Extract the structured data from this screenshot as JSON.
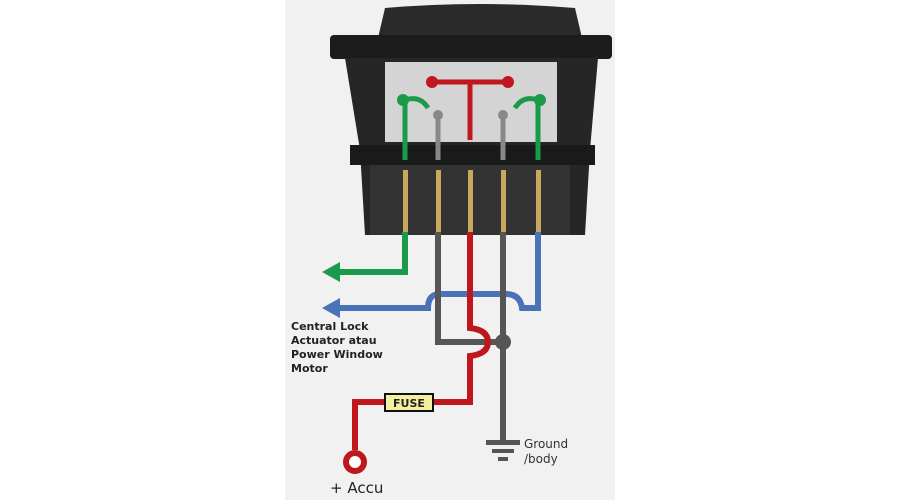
{
  "labels": {
    "actuator": [
      "Central Lock",
      "Actuator atau",
      "Power Window",
      "Motor"
    ],
    "fuse": "FUSE",
    "ground": [
      "Ground",
      "/body"
    ],
    "accu": "+ Accu"
  },
  "colors": {
    "green": "#1a9a4a",
    "blue": "#4a72b8",
    "red": "#c0161e",
    "gray": "#555555",
    "fuse_fill": "#f4f0a0"
  }
}
